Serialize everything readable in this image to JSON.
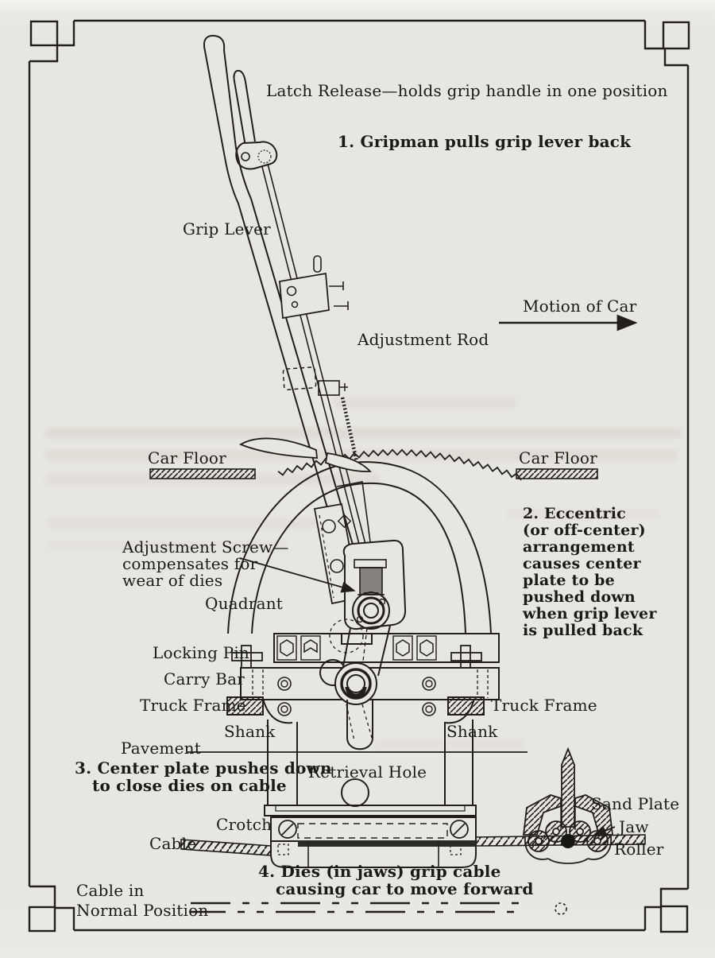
{
  "page": {
    "bg": "#e8e6e2",
    "ink": "#221f1b"
  },
  "annotations": {
    "latch_release": "Latch Release—holds grip handle in one position",
    "grip_lever": "Grip Lever",
    "motion_of_car": "Motion of Car",
    "adjustment_rod": "Adjustment Rod",
    "car_floor_left": "Car Floor",
    "car_floor_right": "Car Floor",
    "adjustment_screw": [
      "Adjustment Screw—",
      "compensates for",
      "wear of dies"
    ],
    "quadrant": "Quadrant",
    "locking_pin": "Locking Pin",
    "carry_bar": "Carry Bar",
    "truck_frame_left": "Truck Frame",
    "truck_frame_right": "Truck Frame",
    "shank_left": "Shank",
    "shank_right": "Shank",
    "pavement": "Pavement",
    "retrieval_hole": "Retrieval Hole",
    "crotch": "Crotch",
    "cable": "Cable",
    "sand_plate": "Sand Plate",
    "jaw": "Jaw",
    "roller": "Roller",
    "cable_normal": [
      "Cable in",
      "Normal Position"
    ]
  },
  "steps": {
    "step1": "1.  Gripman pulls grip lever back",
    "step2": [
      "2.  Eccentric",
      "(or off-center)",
      "arrangement",
      "causes center",
      "plate to be",
      "pushed down",
      "when grip lever",
      "is pulled back"
    ],
    "step3": [
      "3.  Center plate pushes down",
      "to close dies on cable"
    ],
    "step4": [
      "4.  Dies (in jaws) grip cable",
      "causing car to move forward"
    ]
  }
}
